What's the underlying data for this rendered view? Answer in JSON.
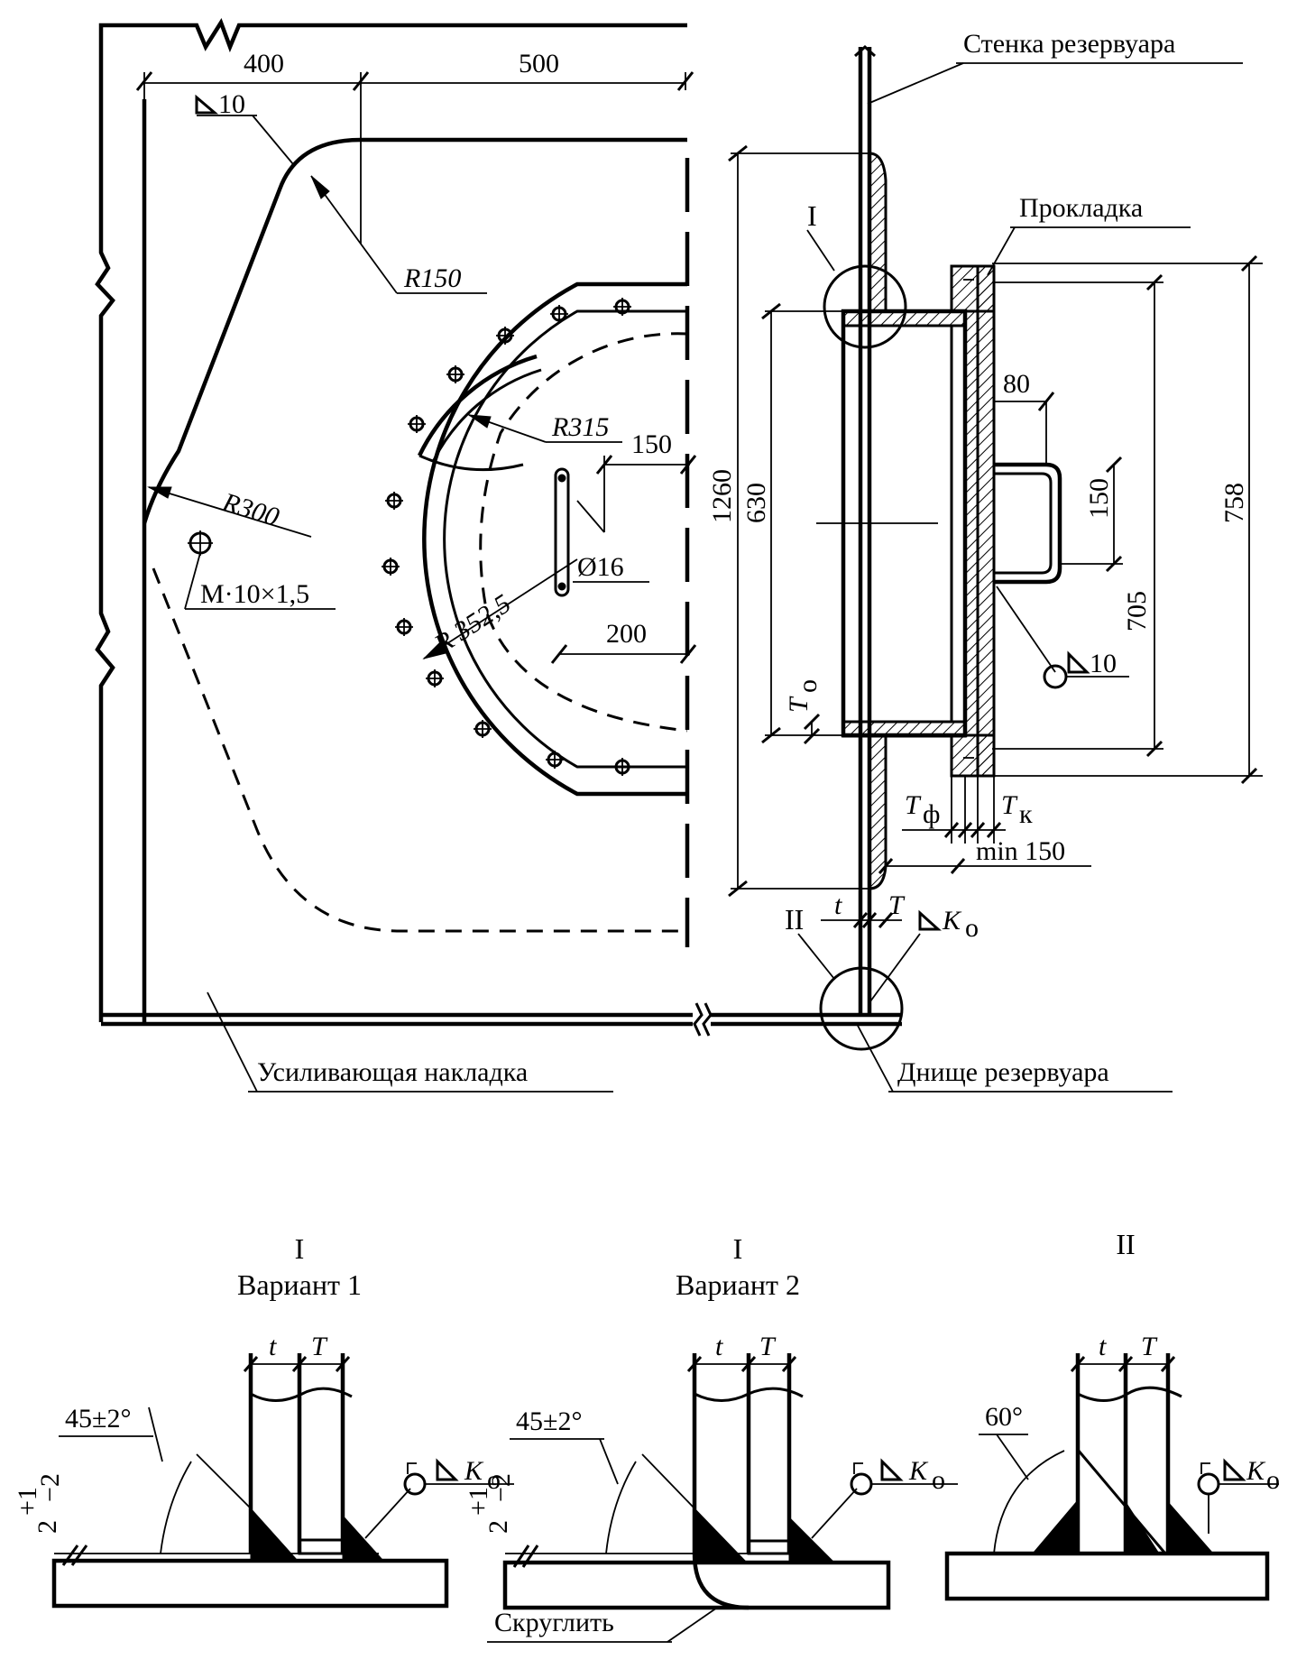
{
  "labels": {
    "shell_wall": "Стенка резервуара",
    "gasket": "Прокладка",
    "tank_bottom": "Днище резервуара",
    "reinforcing_plate": "Усиливающая накладка",
    "round_off": "Скруглить"
  },
  "dimensions": {
    "d400": "400",
    "d500": "500",
    "weld10_top": "10",
    "r150": "R150",
    "r300": "R300",
    "r315": "R315",
    "r352": "R 352,5",
    "d150_top": "150",
    "d16": "Ø16",
    "d200": "200",
    "thread": "M·10×1,5",
    "d1260": "1260",
    "d630": "630",
    "d80": "80",
    "d150_side": "150",
    "d758": "758",
    "d705": "705",
    "weld10_side": "10",
    "t_o": "T",
    "t_o_sub": "o",
    "t_f": "T",
    "t_f_sub": "ф",
    "t_k": "T",
    "t_k_sub": "к",
    "min150": "min 150",
    "t": "t",
    "T": "T",
    "K": "K",
    "K_sub": "o"
  },
  "callouts": {
    "I": "I",
    "II": "II"
  },
  "details": [
    {
      "title": "I",
      "subtitle": "Вариант 1",
      "angle": "45±2°",
      "gap": "2",
      "gap_sup": "+1",
      "gap_sub": "−2",
      "t": "t",
      "T": "T",
      "K": "K",
      "K_sub": "o"
    },
    {
      "title": "I",
      "subtitle": "Вариант 2",
      "angle": "45±2°",
      "gap": "2",
      "gap_sup": "+1",
      "gap_sub": "−2",
      "t": "t",
      "T": "T",
      "K": "K",
      "K_sub": "o"
    },
    {
      "title": "II",
      "subtitle": "",
      "angle": "60°",
      "t": "t",
      "T": "T",
      "K": "K",
      "K_sub": "o"
    }
  ]
}
